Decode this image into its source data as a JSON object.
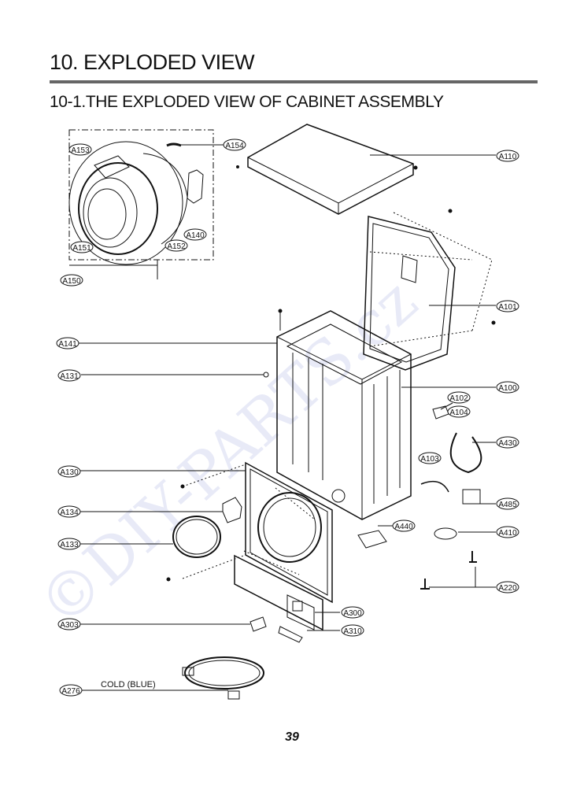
{
  "header": {
    "title": "10. EXPLODED VIEW",
    "subtitle": "10-1.THE EXPLODED VIEW OF CABINET ASSEMBLY"
  },
  "watermark": "©DIY-PARTS.cz",
  "labels": {
    "A153": "A153",
    "A154": "A154",
    "A151": "A151",
    "A152": "A152",
    "A140": "A140",
    "A150": "A150",
    "A110": "A110",
    "A101": "A101",
    "A141": "A141",
    "A131": "A131",
    "A100": "A100",
    "A102": "A102",
    "A104": "A104",
    "A103": "A103",
    "A430": "A430",
    "A130": "A130",
    "A485": "A485",
    "A134": "A134",
    "A440": "A440",
    "A410": "A410",
    "A133": "A133",
    "A220": "A220",
    "A300": "A300",
    "A303": "A303",
    "A310": "A310",
    "A276": "A276"
  },
  "notes": {
    "cold_hose": "COLD (BLUE)"
  },
  "footer": {
    "page_number": "39"
  },
  "colors": {
    "line": "#111111",
    "rule": "#666666",
    "watermark": "#2f3fb8"
  }
}
